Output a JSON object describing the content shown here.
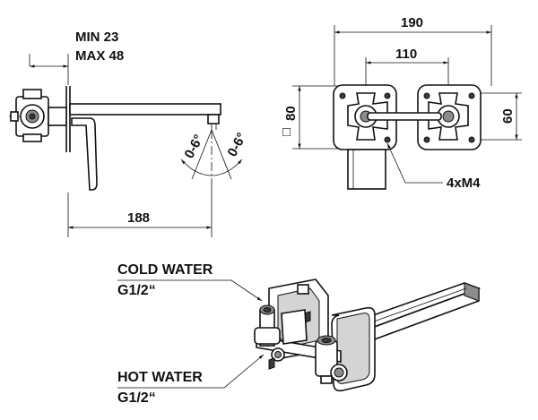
{
  "side_view": {
    "depth_min": "MIN 23",
    "depth_max": "MAX 48",
    "projection": "188",
    "angle_left": "0-6°",
    "angle_right": "0-6°"
  },
  "front_view": {
    "width": "190",
    "centers": "110",
    "height": "80",
    "square_symbol": "□",
    "inner_height": "60",
    "screws": "4xM4"
  },
  "iso_view": {
    "cold_label": "COLD WATER",
    "cold_thread": "G1/2“",
    "hot_label": "HOT WATER",
    "hot_thread": "G1/2“"
  }
}
